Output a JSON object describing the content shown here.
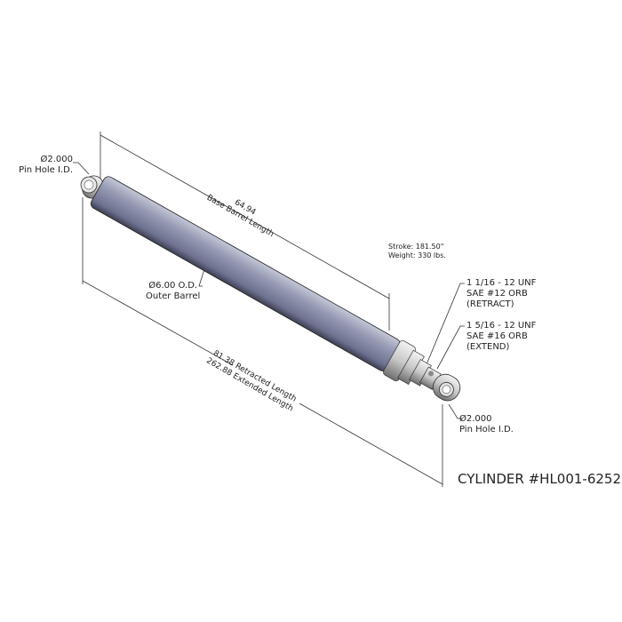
{
  "title": "CYLINDER #HL001-6252",
  "specs": {
    "stroke": "Stroke: 181.50\"",
    "weight": "Weight: 330 lbs."
  },
  "pin_hole_left": {
    "diameter": "Ø2.000",
    "label": "Pin Hole I.D."
  },
  "pin_hole_right": {
    "diameter": "Ø2.000",
    "label": "Pin Hole I.D."
  },
  "barrel_length": {
    "value": "64.94",
    "label": "Base Barrel Length"
  },
  "outer_barrel": {
    "diameter": "Ø6.00 O.D.",
    "label": "Outer Barrel"
  },
  "overall_length": {
    "retracted": "81.38 Retracted Length",
    "extended": "262.88 Extended Length"
  },
  "port_retract": {
    "line1": "1 1/16 - 12 UNF",
    "line2": "SAE #12 ORB",
    "line3": "(RETRACT)"
  },
  "port_extend": {
    "line1": "1 5/16 - 12 UNF",
    "line2": "SAE #16 ORB",
    "line3": "(EXTEND)"
  },
  "colors": {
    "barrel": "#8c90a8",
    "metal": "#d4d4d4",
    "line": "#333333"
  }
}
